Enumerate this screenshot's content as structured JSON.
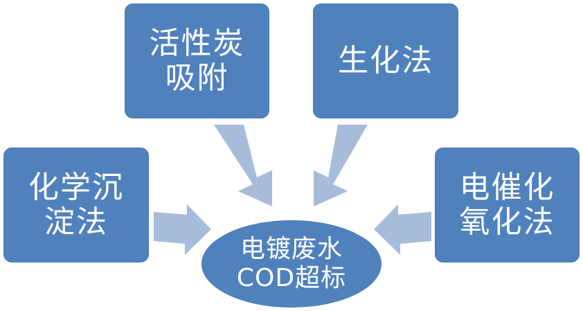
{
  "diagram": {
    "center": {
      "lines": [
        "电镀废水",
        "COD超标"
      ]
    },
    "methods": [
      {
        "id": "activated-carbon",
        "lines": [
          "活性炭",
          "吸附"
        ]
      },
      {
        "id": "biochemical",
        "lines": [
          "生化法"
        ]
      },
      {
        "id": "chemical-precipitation",
        "lines": [
          "化学沉",
          "淀法"
        ]
      },
      {
        "id": "electro-oxidation",
        "lines": [
          "电催化",
          "氧化法"
        ]
      }
    ]
  },
  "colors": {
    "box_fill": "#4f81bd",
    "box_text": "#ffffff",
    "arrow_fill": "#a7bcda"
  }
}
